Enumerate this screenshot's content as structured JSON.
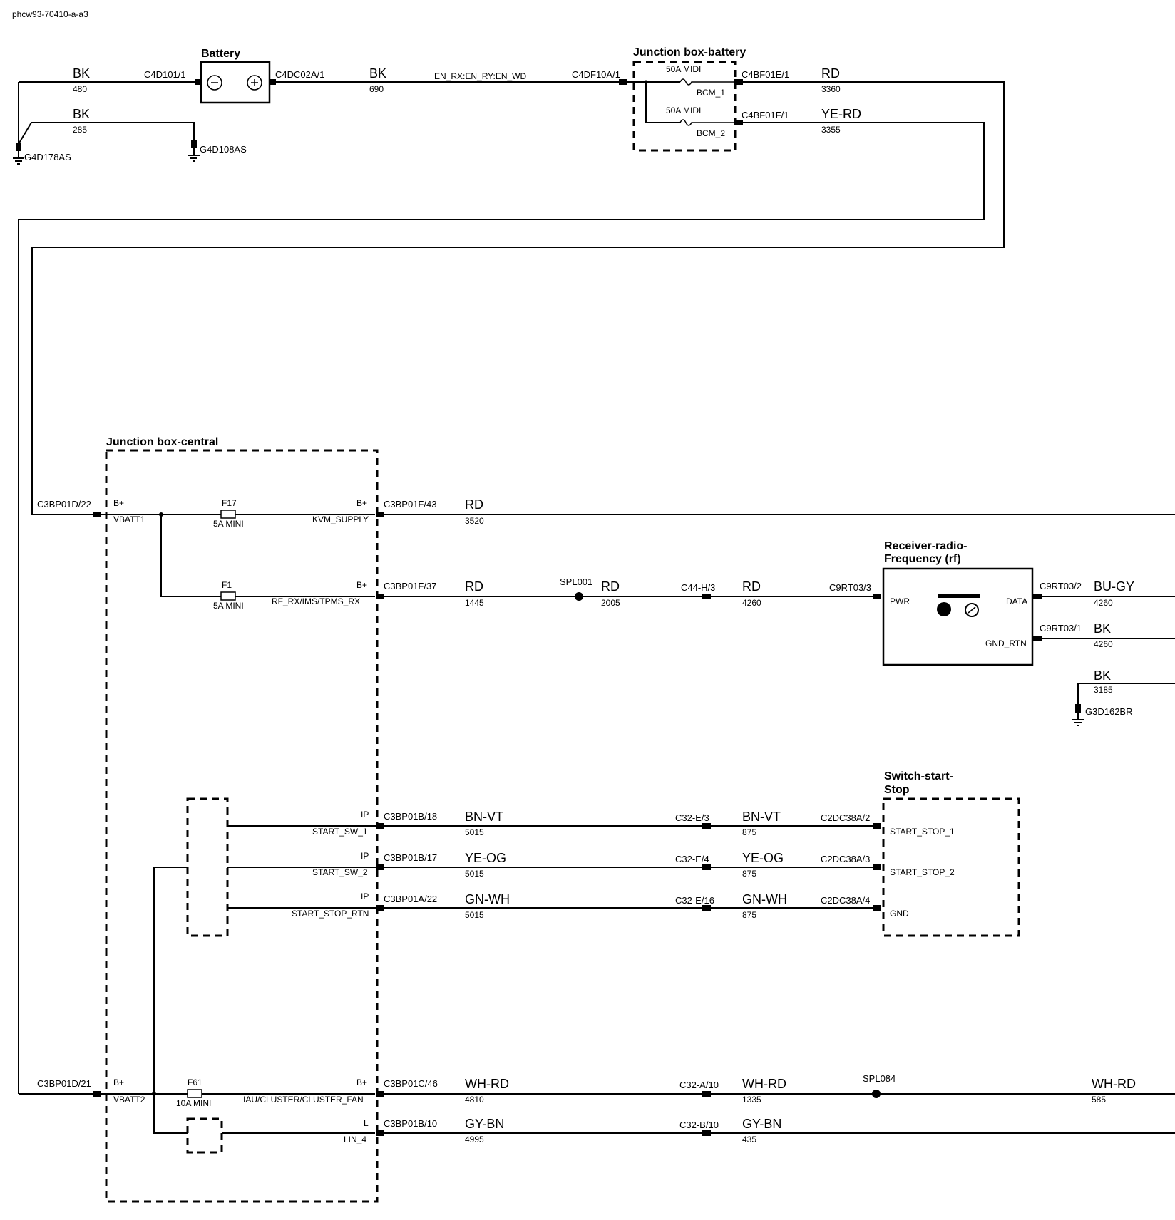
{
  "doc_id": "phcw93-70410-a-a3",
  "components": {
    "battery": "Battery",
    "jb_battery": "Junction box-battery",
    "jb_central": "Junction box-central",
    "receiver_line1": "Receiver-radio-",
    "receiver_line2": "Frequency (rf)",
    "switch_line1": "Switch-start-",
    "switch_line2": "Stop"
  },
  "top": {
    "w480_color": "BK",
    "w480_num": "480",
    "c4d101": "C4D101/1",
    "w285_color": "BK",
    "w285_num": "285",
    "g4d178": "G4D178AS",
    "g4d108": "G4D108AS",
    "c4dc02": "C4DC02A/1",
    "w690_color": "BK",
    "w690_num": "690",
    "en_label": "EN_RX:EN_RY:EN_WD",
    "c4df10": "C4DF10A/1",
    "fuse1_rating": "50A MIDI",
    "fuse1_name": "BCM_1",
    "fuse2_rating": "50A MIDI",
    "fuse2_name": "BCM_2",
    "c4bf01e": "C4BF01E/1",
    "w3360_color": "RD",
    "w3360_num": "3360",
    "c4bf01f": "C4BF01F/1",
    "w3355_color": "YE-RD",
    "w3355_num": "3355"
  },
  "central": {
    "c3bp01d22": "C3BP01D/22",
    "bplus_left1": "B+",
    "vbatt1": "VBATT1",
    "f17": "F17",
    "f17_rating": "5A MINI",
    "bplus_r1": "B+",
    "kvm": "KVM_SUPPLY",
    "f1": "F1",
    "f1_rating": "5A MINI",
    "bplus_r2": "B+",
    "rfrx": "RF_RX/IMS/TPMS_RX",
    "ip1": "IP",
    "start_sw1": "START_SW_1",
    "ip2": "IP",
    "start_sw2": "START_SW_2",
    "ip3": "IP",
    "start_stop_rtn": "START_STOP_RTN",
    "c3bp01d21": "C3BP01D/21",
    "bplus_left2": "B+",
    "vbatt2": "VBATT2",
    "f61": "F61",
    "f61_rating": "10A MINI",
    "bplus_r3": "B+",
    "iau": "IAU/CLUSTER/CLUSTER_FAN",
    "l_pin": "L",
    "lin4": "LIN_4"
  },
  "rows": {
    "r1": {
      "conn": "C3BP01F/43",
      "color": "RD",
      "num": "3520"
    },
    "r2": {
      "conn": "C3BP01F/37",
      "color": "RD",
      "num": "1445",
      "spl": "SPL001",
      "color2": "RD",
      "num2": "2005",
      "conn2": "C44-H/3",
      "color3": "RD",
      "num3": "4260",
      "conn3": "C9RT03/3"
    },
    "receiver": {
      "pwr": "PWR",
      "data": "DATA",
      "gnd_rtn": "GND_RTN",
      "c9rt03_2": "C9RT03/2",
      "data_color": "BU-GY",
      "data_num": "4260",
      "c9rt03_1": "C9RT03/1",
      "gnd_color": "BK",
      "gnd_num": "4260"
    },
    "ground_3185": {
      "color": "BK",
      "num": "3185",
      "ground": "G3D162BR"
    },
    "s1": {
      "conn": "C3BP01B/18",
      "color": "BN-VT",
      "num": "5015",
      "conn2": "C32-E/3",
      "color2": "BN-VT",
      "num2": "875",
      "conn3": "C2DC38A/2",
      "pin": "START_STOP_1"
    },
    "s2": {
      "conn": "C3BP01B/17",
      "color": "YE-OG",
      "num": "5015",
      "conn2": "C32-E/4",
      "color2": "YE-OG",
      "num2": "875",
      "conn3": "C2DC38A/3",
      "pin": "START_STOP_2"
    },
    "s3": {
      "conn": "C3BP01A/22",
      "color": "GN-WH",
      "num": "5015",
      "conn2": "C32-E/16",
      "color2": "GN-WH",
      "num2": "875",
      "conn3": "C2DC38A/4",
      "pin": "GND"
    },
    "b1": {
      "conn": "C3BP01C/46",
      "color": "WH-RD",
      "num": "4810",
      "conn2": "C32-A/10",
      "color2": "WH-RD",
      "num2": "1335",
      "spl": "SPL084",
      "color3": "WH-RD",
      "num3": "585"
    },
    "b2": {
      "conn": "C3BP01B/10",
      "color": "GY-BN",
      "num": "4995",
      "conn2": "C32-B/10",
      "color2": "GY-BN",
      "num2": "435"
    }
  }
}
